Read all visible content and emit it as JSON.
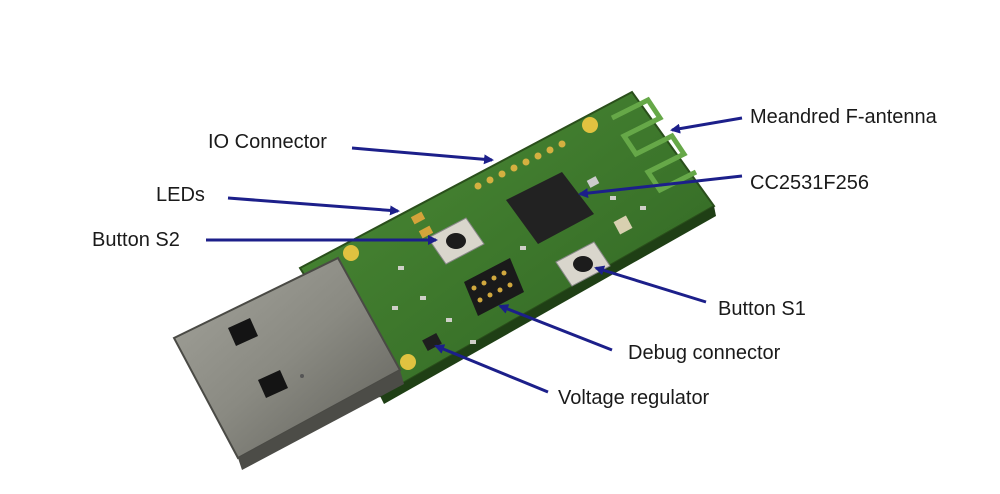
{
  "labels": {
    "antenna": "Meandred F-antenna",
    "io_connector": "IO Connector",
    "mcu": "CC2531F256",
    "leds": "LEDs",
    "button_s2": "Button S2",
    "button_s1": "Button S1",
    "debug_connector": "Debug connector",
    "voltage_regulator": "Voltage regulator"
  },
  "colors": {
    "arrow": "#1c1f8a",
    "pcb": "#3f7a2c",
    "pcb_dark": "#2c5a1e",
    "usb_metal": "#8d8d86",
    "chip": "#222222"
  }
}
